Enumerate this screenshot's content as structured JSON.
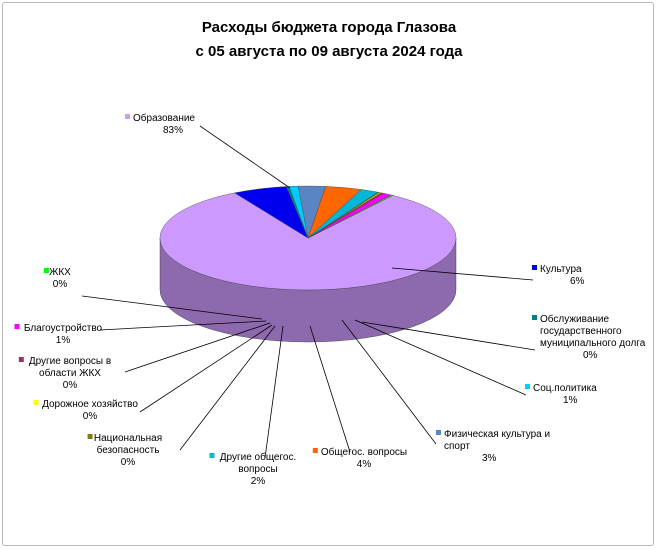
{
  "chart_data": {
    "type": "pie",
    "title": "Расходы бюджета города Глазова",
    "subtitle": "с 05 августа по 09 августа 2024 года",
    "series": [
      {
        "name": "Образование",
        "value": 83,
        "pct": "83%",
        "color": "#cc99ff",
        "side": "#8d6aad"
      },
      {
        "name": "Культура",
        "value": 6,
        "pct": "6%",
        "color": "#0000ee",
        "side": "#000080"
      },
      {
        "name": "Обслуживание государственного муниципального долга",
        "value": 0.3,
        "pct": "0%",
        "color": "#008080",
        "side": "#005050"
      },
      {
        "name": "Соц.политика",
        "value": 1,
        "pct": "1%",
        "color": "#00ccff",
        "side": "#007f9e"
      },
      {
        "name": "Физическая культура и спорт",
        "value": 3,
        "pct": "3%",
        "color": "#5b84c4",
        "side": "#3a5680"
      },
      {
        "name": "Общегос. вопросы",
        "value": 4,
        "pct": "4%",
        "color": "#ff6600",
        "side": "#9e3e00"
      },
      {
        "name": "Другие общегос. вопросы",
        "value": 2,
        "pct": "2%",
        "color": "#00b7d8",
        "side": "#00707f"
      },
      {
        "name": "Национальная безопасность",
        "value": 0.2,
        "pct": "0%",
        "color": "#808000",
        "side": "#505000"
      },
      {
        "name": "Дорожное хозяйство",
        "value": 0.2,
        "pct": "0%",
        "color": "#ffff00",
        "side": "#a0a000"
      },
      {
        "name": "Другие вопросы в области ЖКХ",
        "value": 0.3,
        "pct": "0%",
        "color": "#993366",
        "side": "#602040"
      },
      {
        "name": "Благоустройство",
        "value": 1,
        "pct": "1%",
        "color": "#ff00ff",
        "side": "#9e009e"
      },
      {
        "name": "ЖКХ",
        "value": 0.2,
        "pct": "0%",
        "color": "#00ff00",
        "side": "#00a000"
      }
    ],
    "legend": "none",
    "labels": "callouts"
  }
}
